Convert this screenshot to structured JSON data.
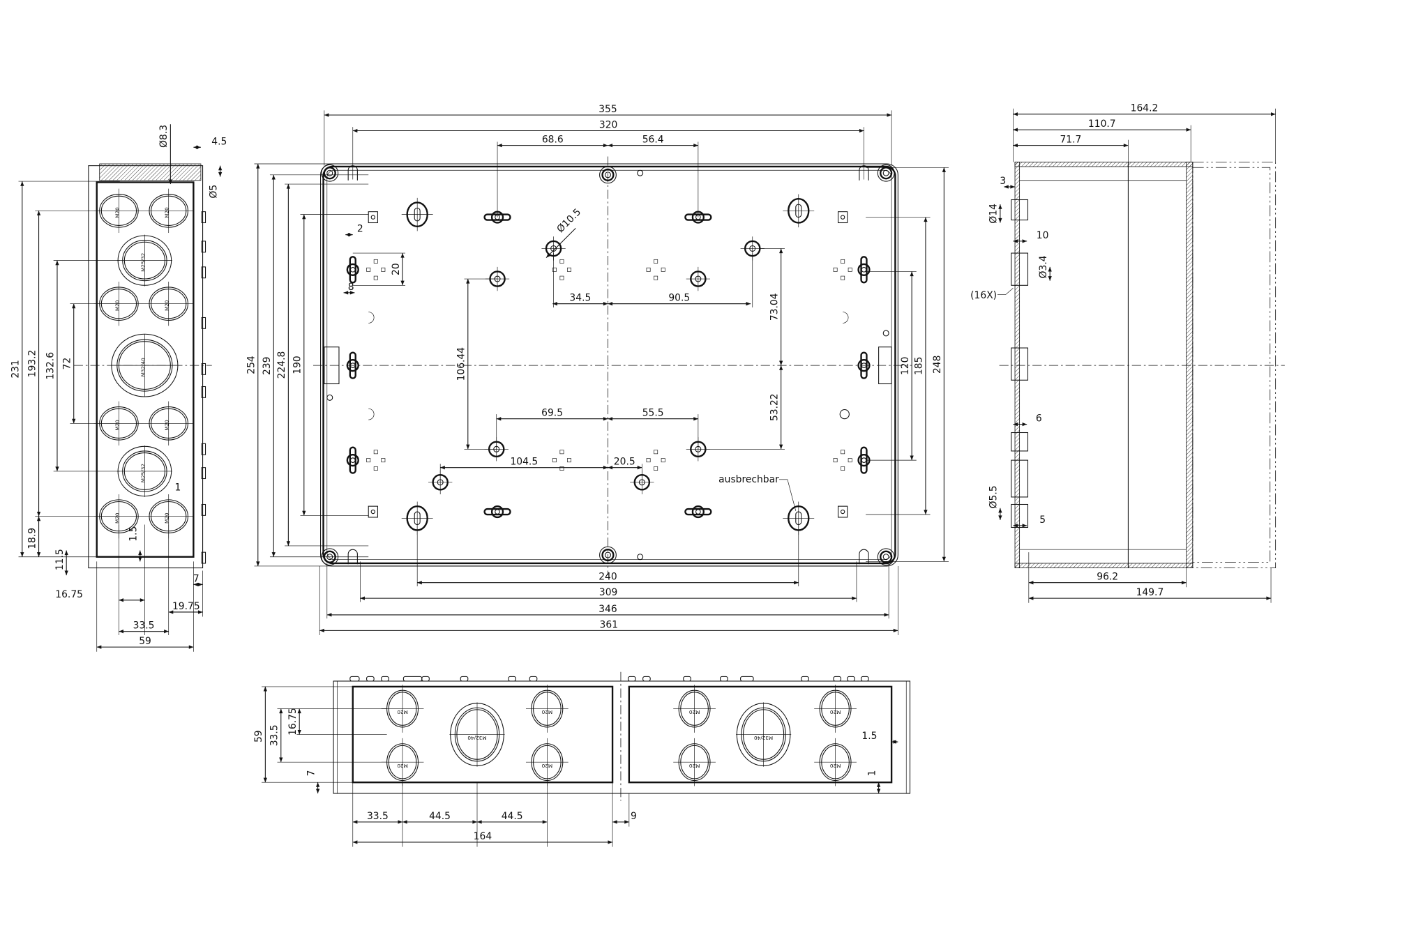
{
  "side_view_left": {
    "hole_labels": {
      "small": "M20",
      "medium": "M25/32",
      "large": "M32/40"
    },
    "dimensions": {
      "d231": "231",
      "d193_2": "193.2",
      "d132_6": "132.6",
      "d72": "72",
      "d18_9": "18.9",
      "d11_5": "11.5",
      "d1_5": "1.5",
      "d1": "1",
      "d16_75": "16.75",
      "d33_5": "33.5",
      "d59": "59",
      "d7": "7",
      "d19_75": "19.75",
      "d8_3": "Ø8.3",
      "d4_5": "4.5",
      "d5": "Ø5"
    }
  },
  "front_view": {
    "note_knockout": "ausbrechbar",
    "dimensions": {
      "d355": "355",
      "d320": "320",
      "d68_6": "68.6",
      "d56_4": "56.4",
      "d240": "240",
      "d309": "309",
      "d346": "346",
      "d361": "361",
      "d254": "254",
      "d239": "239",
      "d224_8": "224.8",
      "d190": "190",
      "d248": "248",
      "d185": "185",
      "d120": "120",
      "d34_5": "34.5",
      "d90_5": "90.5",
      "d73_04": "73.04",
      "d53_22": "53.22",
      "d106_44": "106.44",
      "d69_5": "69.5",
      "d55_5": "55.5",
      "d104_5": "104.5",
      "d20_5": "20.5",
      "d10_5": "Ø10.5",
      "d2": "2",
      "d20": "20",
      "d8": "8"
    }
  },
  "side_view_right": {
    "quantity_note": "(16X)",
    "dimensions": {
      "d164_2": "164.2",
      "d110_7": "110.7",
      "d71_7": "71.7",
      "d96_2": "96.2",
      "d149_7": "149.7",
      "d3": "3",
      "d14": "Ø14",
      "d10": "10",
      "d3_4": "Ø3.4",
      "d6": "6",
      "d5_5": "Ø5.5",
      "d5": "5"
    }
  },
  "bottom_view": {
    "hole_labels": {
      "small": "M20",
      "large": "M32/40"
    },
    "dimensions": {
      "d59": "59",
      "d33_5v": "33.5",
      "d16_75": "16.75",
      "d7": "7",
      "d33_5": "33.5",
      "d44_5a": "44.5",
      "d44_5b": "44.5",
      "d164": "164",
      "d9": "9",
      "d1_5": "1.5",
      "d1": "1"
    }
  }
}
